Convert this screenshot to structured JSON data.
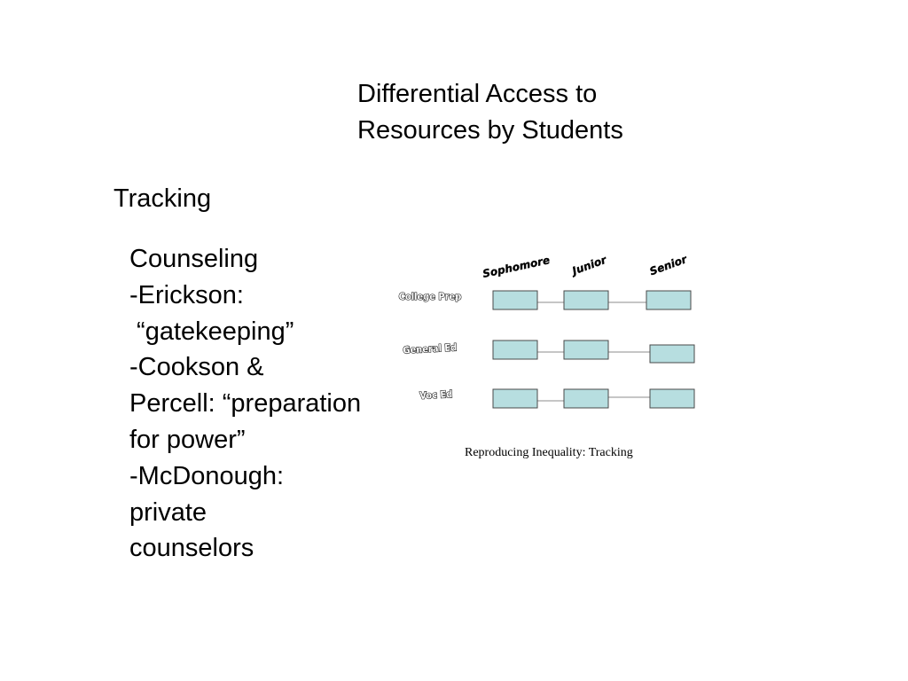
{
  "slide": {
    "title_lines": [
      "Differential Access to",
      "Resources by Students"
    ],
    "tracking_heading": "Tracking",
    "counseling_lines": [
      "Counseling",
      "-Erickson:",
      " “gatekeeping”",
      "-Cookson &",
      "Percell: “preparation",
      "for power”",
      "-McDonough:",
      "private",
      "counselors"
    ]
  },
  "diagram": {
    "columns": [
      "Sophomore",
      "Junior",
      "Senior"
    ],
    "rows": [
      "College Prep",
      "General Ed",
      "Voc Ed"
    ],
    "box_color": "#b7dee0",
    "caption": "Reproducing Inequality: Tracking"
  }
}
